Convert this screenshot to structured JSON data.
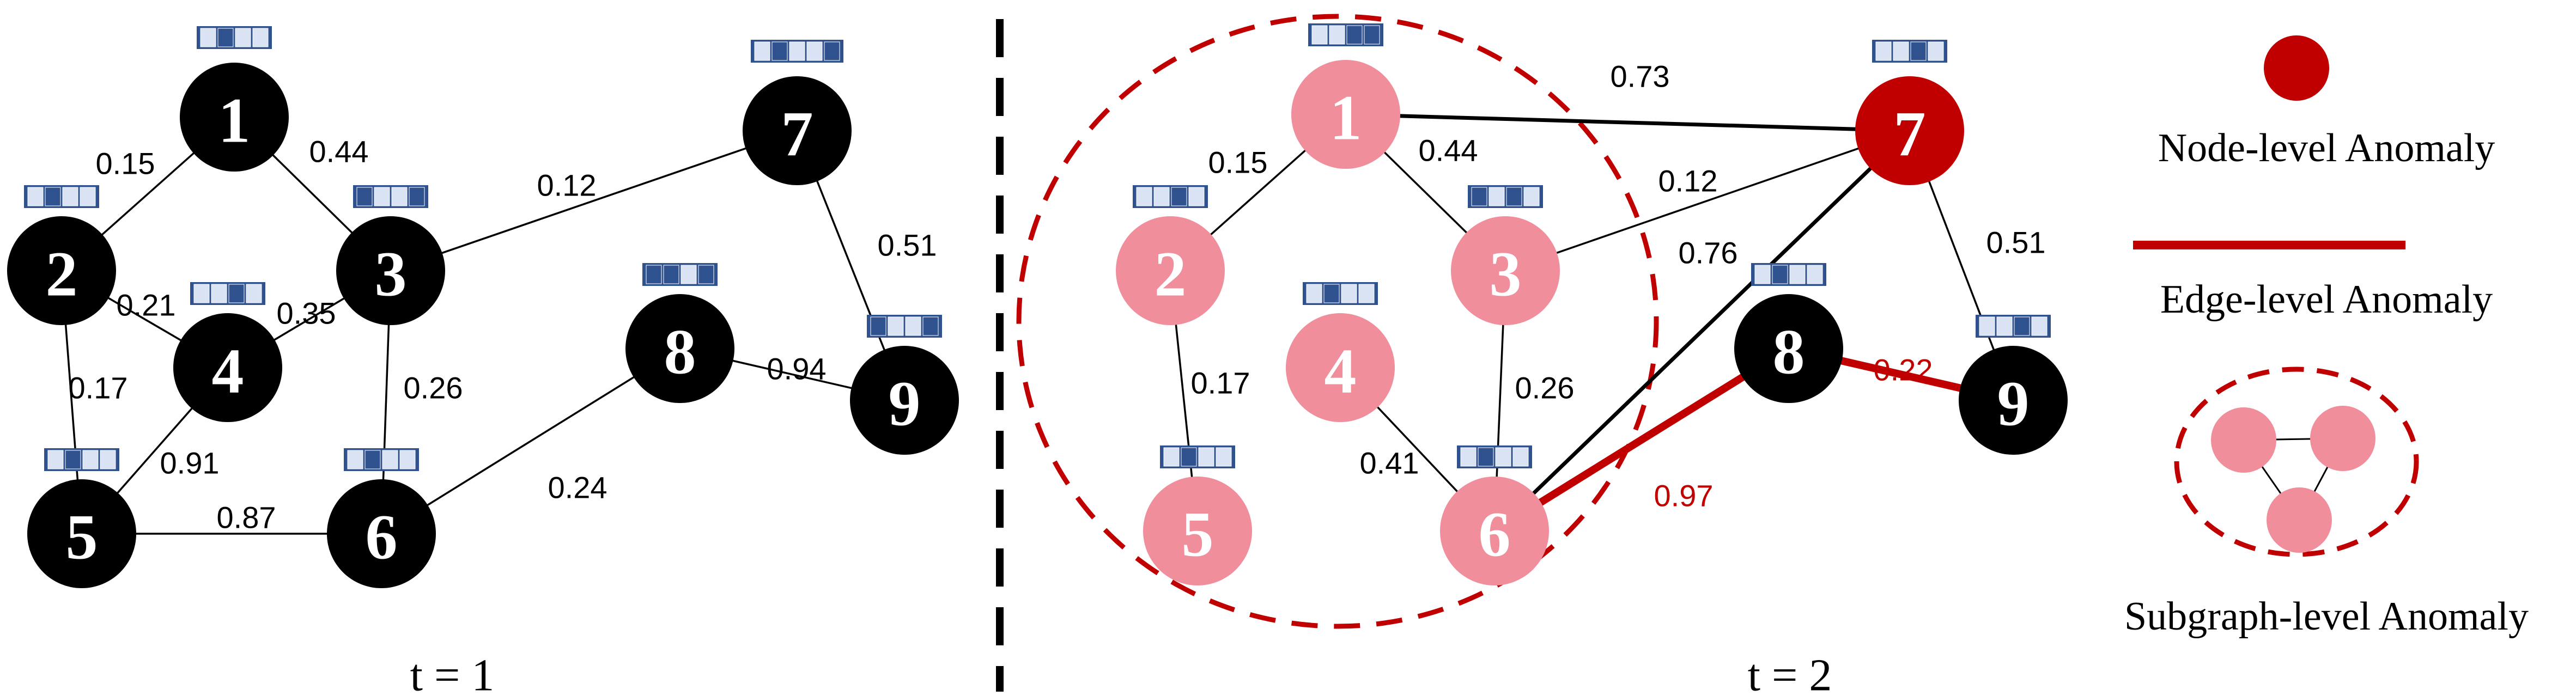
{
  "colors": {
    "normal_node": "#000000",
    "subgraph_node": "#F08E9C",
    "anomaly": "#C00000",
    "edge": "#000000",
    "feature_dark": "#2F528F",
    "feature_light": "#DAE3F3"
  },
  "panels": [
    {
      "time_label": "t = 1",
      "nodes": [
        {
          "id": "1",
          "style": "normal"
        },
        {
          "id": "2",
          "style": "normal"
        },
        {
          "id": "3",
          "style": "normal"
        },
        {
          "id": "4",
          "style": "normal"
        },
        {
          "id": "5",
          "style": "normal"
        },
        {
          "id": "6",
          "style": "normal"
        },
        {
          "id": "7",
          "style": "normal"
        },
        {
          "id": "8",
          "style": "normal"
        },
        {
          "id": "9",
          "style": "normal"
        }
      ],
      "edges": [
        {
          "from": "1",
          "to": "2",
          "weight": "0.15",
          "style": "normal"
        },
        {
          "from": "1",
          "to": "3",
          "weight": "0.44",
          "style": "normal"
        },
        {
          "from": "3",
          "to": "7",
          "weight": "0.12",
          "style": "normal"
        },
        {
          "from": "7",
          "to": "9",
          "weight": "0.51",
          "style": "normal"
        },
        {
          "from": "2",
          "to": "4",
          "weight": "0.21",
          "style": "normal"
        },
        {
          "from": "3",
          "to": "4",
          "weight": "0.35",
          "style": "normal"
        },
        {
          "from": "2",
          "to": "5",
          "weight": "0.17",
          "style": "normal"
        },
        {
          "from": "3",
          "to": "6",
          "weight": "0.26",
          "style": "normal"
        },
        {
          "from": "8",
          "to": "9",
          "weight": "0.94",
          "style": "normal"
        },
        {
          "from": "4",
          "to": "5",
          "weight": "0.91",
          "style": "normal"
        },
        {
          "from": "5",
          "to": "6",
          "weight": "0.87",
          "style": "normal"
        },
        {
          "from": "6",
          "to": "8",
          "weight": "0.24",
          "style": "normal"
        }
      ]
    },
    {
      "time_label": "t = 2",
      "nodes": [
        {
          "id": "1",
          "style": "subgraph"
        },
        {
          "id": "2",
          "style": "subgraph"
        },
        {
          "id": "3",
          "style": "subgraph"
        },
        {
          "id": "4",
          "style": "subgraph"
        },
        {
          "id": "5",
          "style": "subgraph"
        },
        {
          "id": "6",
          "style": "subgraph"
        },
        {
          "id": "7",
          "style": "anomaly"
        },
        {
          "id": "8",
          "style": "normal"
        },
        {
          "id": "9",
          "style": "normal"
        }
      ],
      "edges": [
        {
          "from": "1",
          "to": "7",
          "weight": "0.73",
          "style": "bold"
        },
        {
          "from": "1",
          "to": "2",
          "weight": "0.15",
          "style": "normal"
        },
        {
          "from": "1",
          "to": "3",
          "weight": "0.44",
          "style": "normal"
        },
        {
          "from": "3",
          "to": "7",
          "weight": "0.12",
          "style": "normal"
        },
        {
          "from": "6",
          "to": "7",
          "weight": "0.76",
          "style": "bold"
        },
        {
          "from": "7",
          "to": "9",
          "weight": "0.51",
          "style": "normal"
        },
        {
          "from": "8",
          "to": "9",
          "weight": "0.22",
          "style": "anomaly"
        },
        {
          "from": "2",
          "to": "5",
          "weight": "0.17",
          "style": "normal"
        },
        {
          "from": "3",
          "to": "6",
          "weight": "0.26",
          "style": "normal"
        },
        {
          "from": "4",
          "to": "6",
          "weight": "0.41",
          "style": "normal"
        },
        {
          "from": "6",
          "to": "8",
          "weight": "0.97",
          "style": "anomaly"
        }
      ]
    }
  ],
  "legend": {
    "node_anomaly": "Node-level Anomaly",
    "edge_anomaly": "Edge-level Anomaly",
    "subgraph_anomaly": "Subgraph-level Anomaly"
  }
}
